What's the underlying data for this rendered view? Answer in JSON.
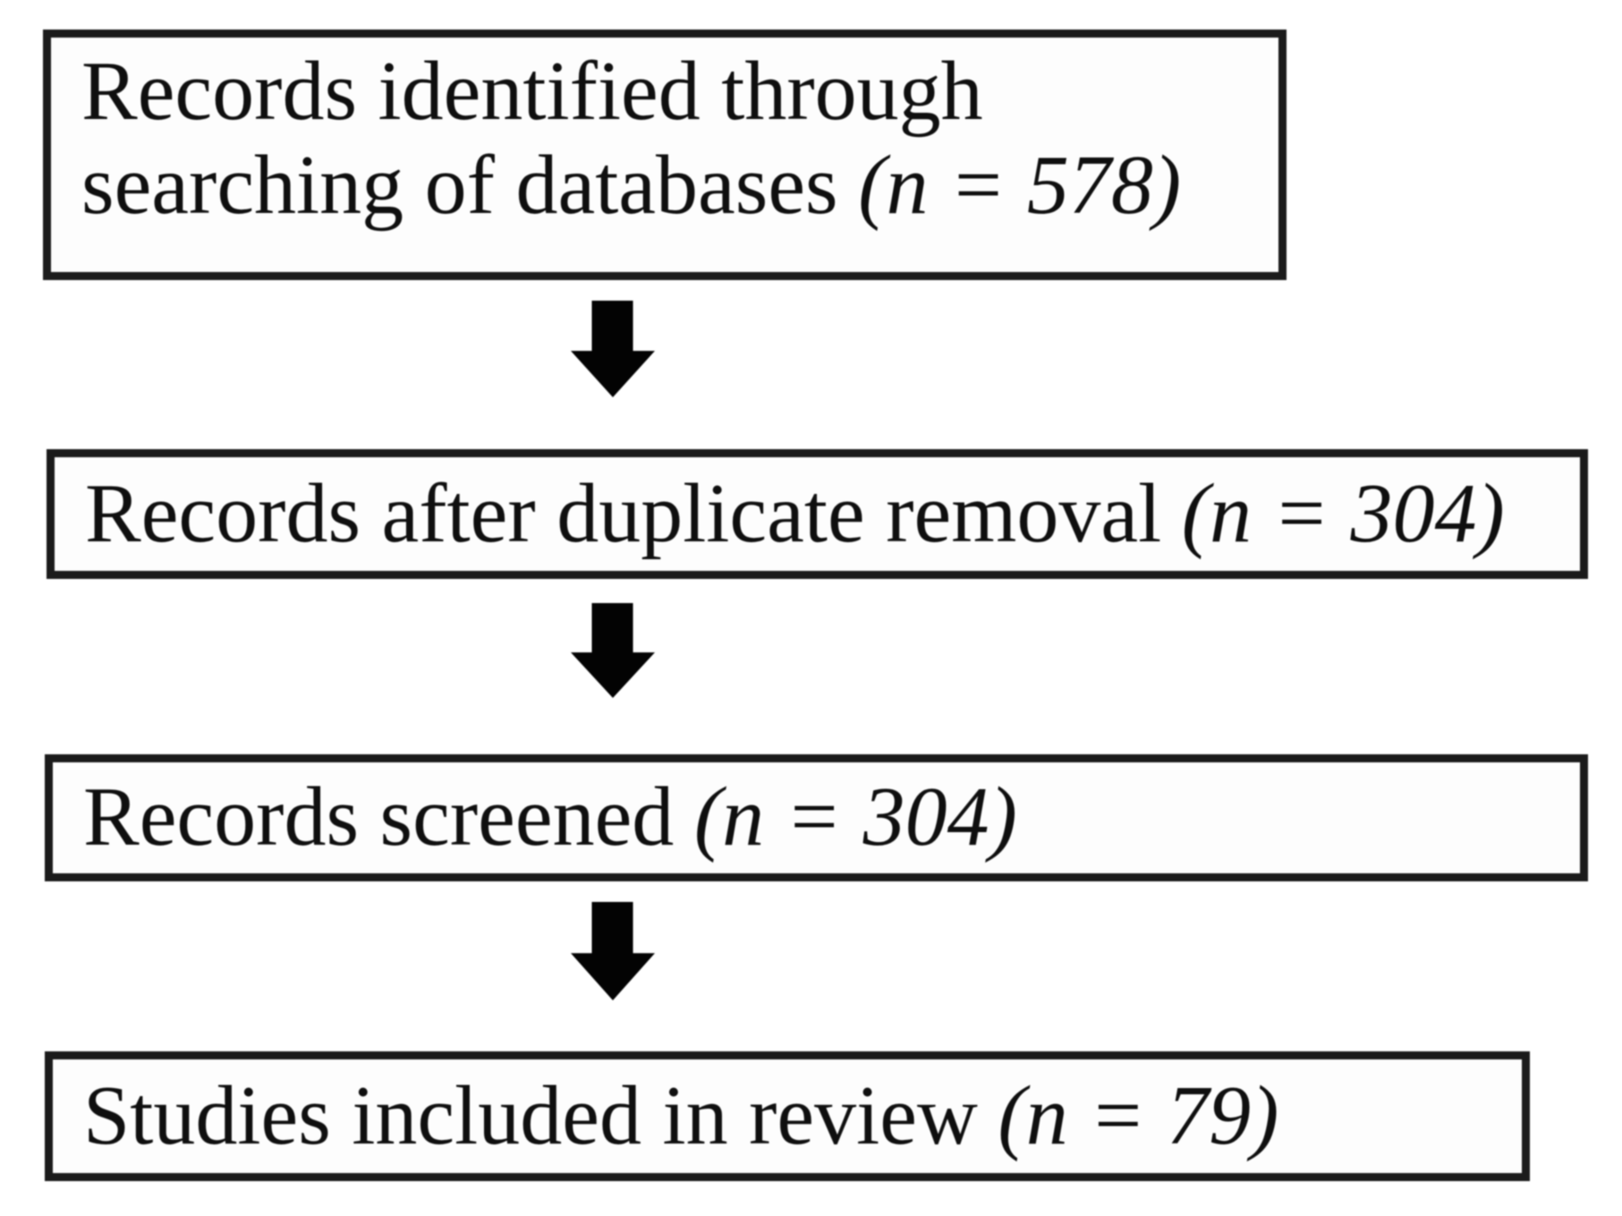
{
  "diagram": {
    "type": "flowchart",
    "background_color": "#ffffff",
    "box_border_color": "#1b1b1b",
    "text_color": "#0f0f0f",
    "arrow_color": "#030303",
    "boxes": [
      {
        "id": "records-identified",
        "line1": "Records identified through",
        "line2": "searching of databases",
        "n_label": "(n = 578)",
        "n": 578
      },
      {
        "id": "records-after-duplicate-removal",
        "line1": "Records after duplicate removal",
        "n_label": "(n = 304)",
        "n": 304
      },
      {
        "id": "records-screened",
        "line1": "Records screened",
        "n_label": "(n = 304)",
        "n": 304
      },
      {
        "id": "studies-included-in-review",
        "line1": "Studies included in review",
        "n_label": "(n = 79)",
        "n": 79
      }
    ],
    "arrows": [
      {
        "id": "arrow-identified-to-duplicates",
        "direction": "down"
      },
      {
        "id": "arrow-duplicates-to-screened",
        "direction": "down"
      },
      {
        "id": "arrow-screened-to-included",
        "direction": "down"
      }
    ]
  }
}
